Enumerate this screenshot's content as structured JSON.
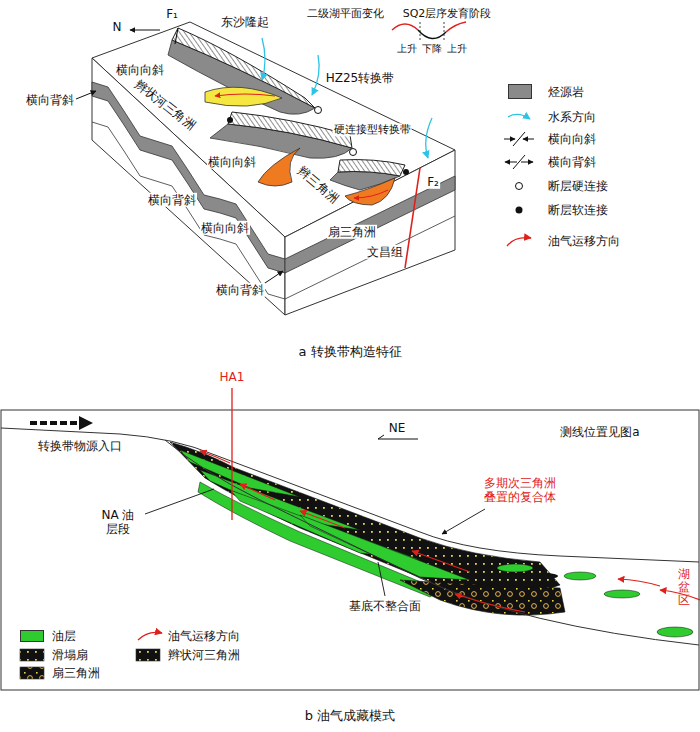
{
  "diagram": {
    "labels": [
      "N",
      "F₁",
      "东沙隆起",
      "二级湖平面变化",
      "SQ2层序发育阶段",
      "上升",
      "下降",
      "上升",
      "HZ25转换带",
      "横向向斜",
      "辫状河三角洲",
      "横向背斜",
      "硬连接型转换带",
      "横向向斜",
      "横向背斜",
      "辫三角洲",
      "横向向斜",
      "扇三角洲",
      "F₂",
      "横向背斜",
      "文昌组",
      "a 转换带构造特征",
      "HA1",
      "转换带物源入口",
      "NE",
      "测线位置见图a",
      "多期次三角洲 叠置的复合体",
      "NA 油层段",
      "湖盆区",
      "基底不整合面",
      "b 油气成藏模式"
    ],
    "legend": [
      {
        "text": "烃源岩",
        "color": "#8a8a8a"
      },
      {
        "text": "水系方向"
      },
      {
        "text": "横向向斜"
      },
      {
        "text": "横向背斜"
      },
      {
        "text": "断层硬连接"
      },
      {
        "text": "断层软连接"
      },
      {
        "text": "油气运移方向"
      },
      {
        "text": "油层",
        "color": "#2fcc2f"
      },
      {
        "text": "油气运移方向"
      },
      {
        "text": "滑塌扇"
      },
      {
        "text": "辫状河三角洲"
      },
      {
        "text": "扇三角洲"
      }
    ]
  }
}
